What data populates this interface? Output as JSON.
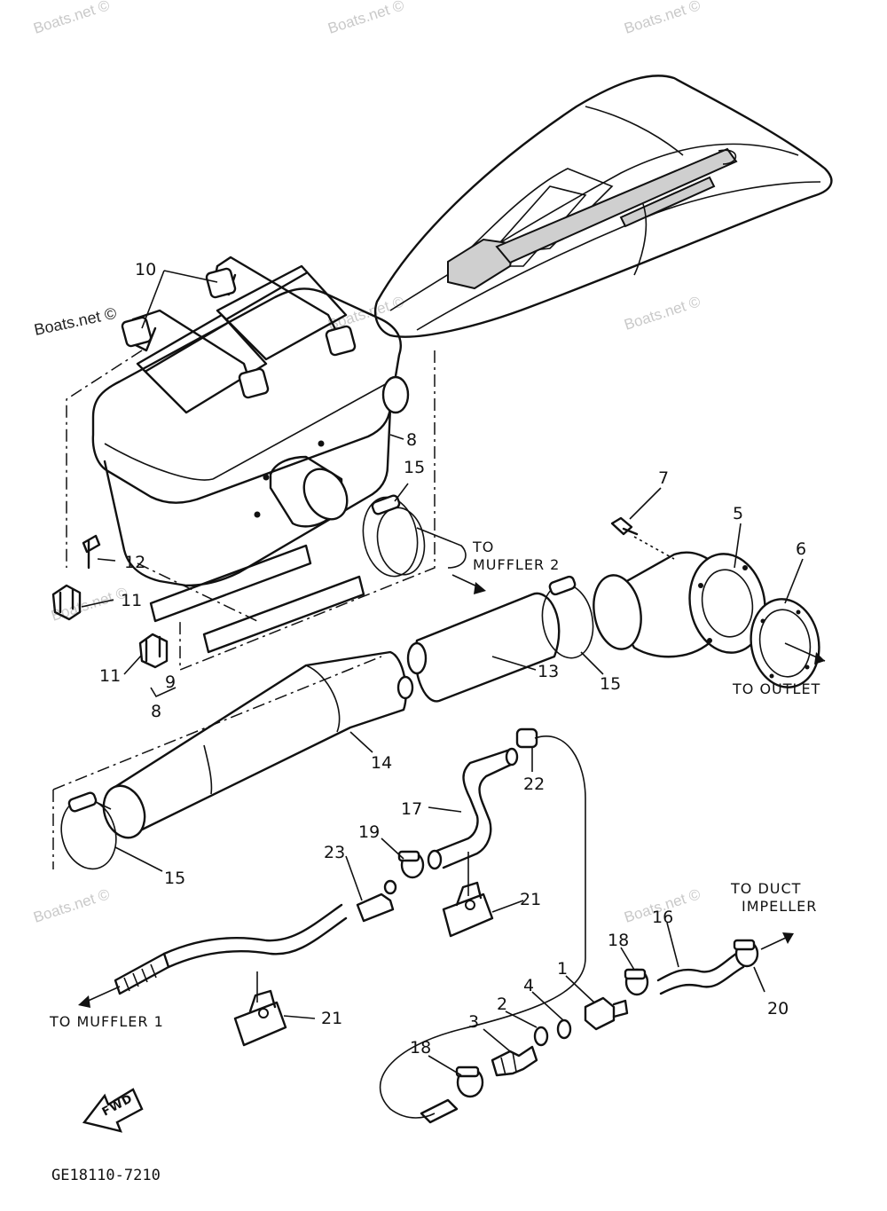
{
  "diagram": {
    "watermarks": [
      "Boats.net ©",
      "Boats.net ©",
      "Boats.net ©",
      "Boats.net ©",
      "Boats.net ©",
      "Boats.net ©",
      "Boats.net ©",
      "Boats.net ©"
    ],
    "watermark_dark": "Boats.net ©",
    "callouts": {
      "c1": "1",
      "c2": "2",
      "c3": "3",
      "c4": "4",
      "c5": "5",
      "c6": "6",
      "c7": "7",
      "c8a": "8",
      "c8b": "8",
      "c9": "9",
      "c10": "10",
      "c11a": "11",
      "c11b": "11",
      "c12": "12",
      "c13": "13",
      "c14": "14",
      "c15a": "15",
      "c15b": "15",
      "c15c": "15",
      "c16": "16",
      "c17": "17",
      "c18a": "18",
      "c18b": "18",
      "c19": "19",
      "c20": "20",
      "c21a": "21",
      "c21b": "21",
      "c22": "22",
      "c23": "23"
    },
    "labels": {
      "to_muffler2_line1": "TO",
      "to_muffler2_line2": "MUFFLER 2",
      "to_outlet": "TO OUTLET",
      "to_duct_line1": "TO DUCT",
      "to_duct_line2": "IMPELLER",
      "to_muffler1": "TO MUFFLER 1",
      "fwd": "FWD"
    },
    "figure_code": "GE18110-7210"
  }
}
